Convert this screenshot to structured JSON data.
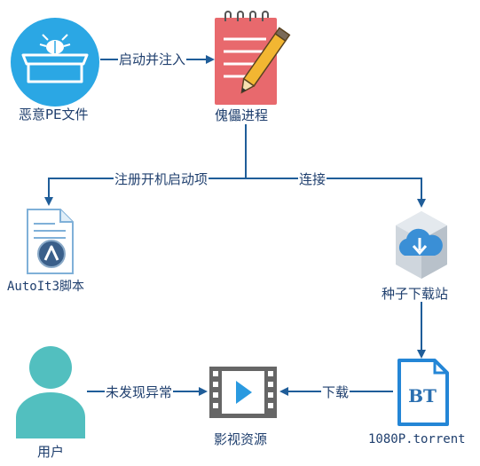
{
  "nodes": {
    "malware": {
      "label": "恶意PE文件",
      "icon": "malware-box-icon"
    },
    "puppet": {
      "label": "傀儡进程",
      "icon": "notebook-pencil-icon"
    },
    "autoit": {
      "label": "AutoIt3脚本",
      "icon": "autoit-document-icon"
    },
    "seedsite": {
      "label": "种子下载站",
      "icon": "cloud-download-icon"
    },
    "torrent": {
      "label": "1080P.torrent",
      "icon": "bt-file-icon"
    },
    "video": {
      "label": "影视资源",
      "icon": "video-play-icon"
    },
    "user": {
      "label": "用户",
      "icon": "user-icon"
    }
  },
  "edges": {
    "inject": "启动并注入",
    "register": "注册开机启动项",
    "connect": "连接",
    "download": "下载",
    "unaware": "未发现异常"
  },
  "colors": {
    "arrow": "#1f5d99",
    "blue_circle": "#2ba7e4",
    "red_notebook": "#e8696d",
    "teal_user": "#52bfbf",
    "torrent_blue": "#2486d6",
    "film_gray": "#666666",
    "play_blue": "#2a9ae0"
  }
}
